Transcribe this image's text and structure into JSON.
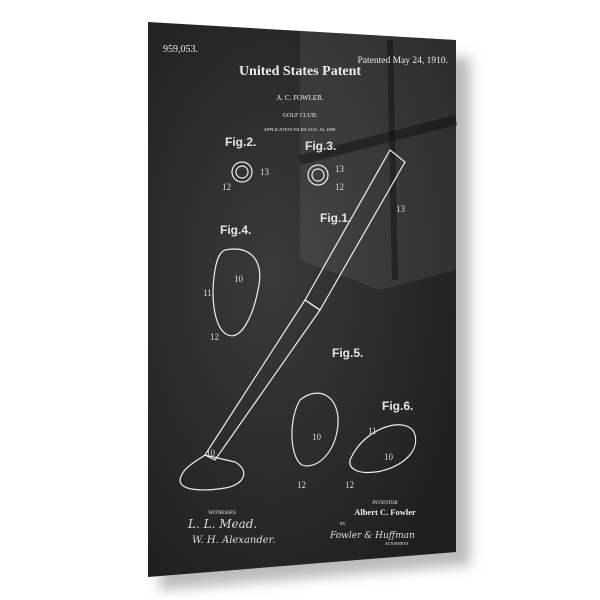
{
  "patent": {
    "number": "959,053.",
    "date": "Patented May 24, 1910.",
    "title": "United States Patent",
    "inventor_name": "A. C. FOWLER.",
    "subject": "GOLF CLUB.",
    "application": "APPLICATION FILED AUG. 16, 1909."
  },
  "figures": {
    "fig1": "Fig.1.",
    "fig2": "Fig.2.",
    "fig3": "Fig.3.",
    "fig4": "Fig.4.",
    "fig5": "Fig.5.",
    "fig6": "Fig.6."
  },
  "footer": {
    "witnesses_label": "WITNESSES",
    "witness1": "L. L. Mead.",
    "witness2": "W. H. Alexander.",
    "inventor_label": "INVENTOR",
    "inventor": "Albert C. Fowler",
    "by": "BY",
    "attorney": "Fowler & Huffman",
    "attorneys_label": "ATTORNEYS"
  },
  "colors": {
    "board": "#2b2b2b",
    "ink": "#eeeeee",
    "background": "#ffffff"
  }
}
